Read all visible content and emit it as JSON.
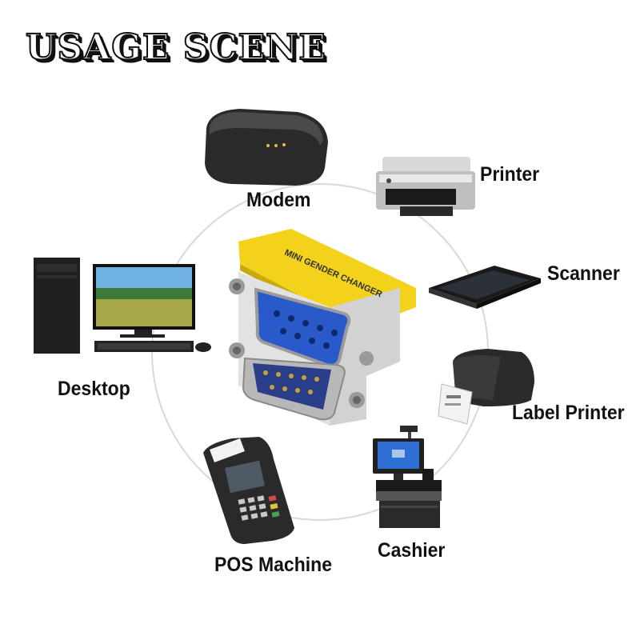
{
  "title": "USAGE SCENE",
  "adapter_text": "MINI GENDER CHANGER",
  "devices": [
    {
      "label": "Modem",
      "icon": "modem-icon"
    },
    {
      "label": "Printer",
      "icon": "printer-icon"
    },
    {
      "label": "Scanner",
      "icon": "scanner-icon"
    },
    {
      "label": "Label Printer",
      "icon": "label-printer-icon"
    },
    {
      "label": "Cashier",
      "icon": "cashier-icon"
    },
    {
      "label": "POS Machine",
      "icon": "pos-machine-icon"
    },
    {
      "label": "Desktop",
      "icon": "desktop-icon"
    }
  ],
  "colors": {
    "adapter_yellow": "#f2d21b",
    "port_blue": "#2a59c9",
    "circle": "#d8d8d8"
  }
}
